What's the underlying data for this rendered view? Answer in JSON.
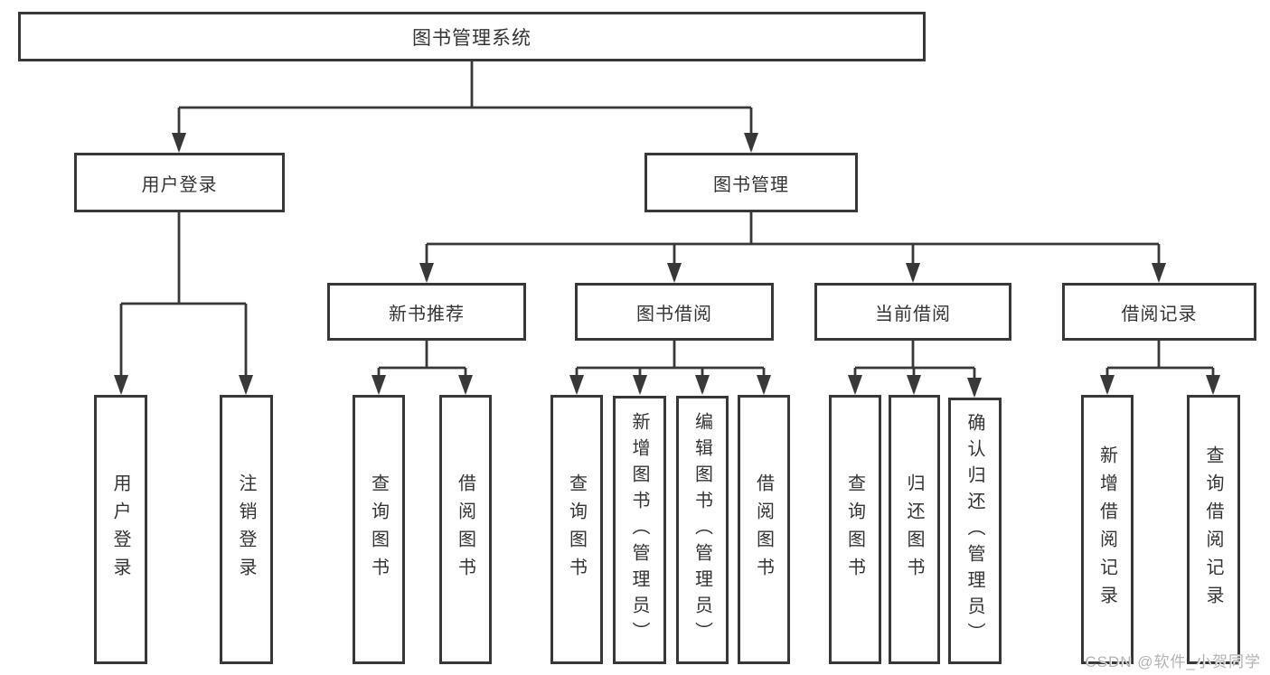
{
  "colors": {
    "line": "#383838",
    "box_border": "#383838",
    "text": "#343434",
    "background": "#ffffff",
    "watermark": "#b3b3b3"
  },
  "tree": {
    "root": "图书管理系统",
    "user_login": {
      "label": "用户登录",
      "children": [
        "用户登录",
        "注销登录"
      ]
    },
    "book_mgmt": {
      "label": "图书管理",
      "sections": [
        {
          "label": "新书推荐",
          "children": [
            "查询图书",
            "借阅图书"
          ]
        },
        {
          "label": "图书借阅",
          "children": [
            "查询图书",
            "新增图书（管理员）",
            "编辑图书（管理员）",
            "借阅图书"
          ]
        },
        {
          "label": "当前借阅",
          "children": [
            "查询图书",
            "归还图书",
            "确认归还（管理员）"
          ]
        },
        {
          "label": "借阅记录",
          "children": [
            "新增借阅记录",
            "查询借阅记录"
          ]
        }
      ]
    }
  },
  "watermark": {
    "text": "CSDN @软件_小贺同学"
  }
}
